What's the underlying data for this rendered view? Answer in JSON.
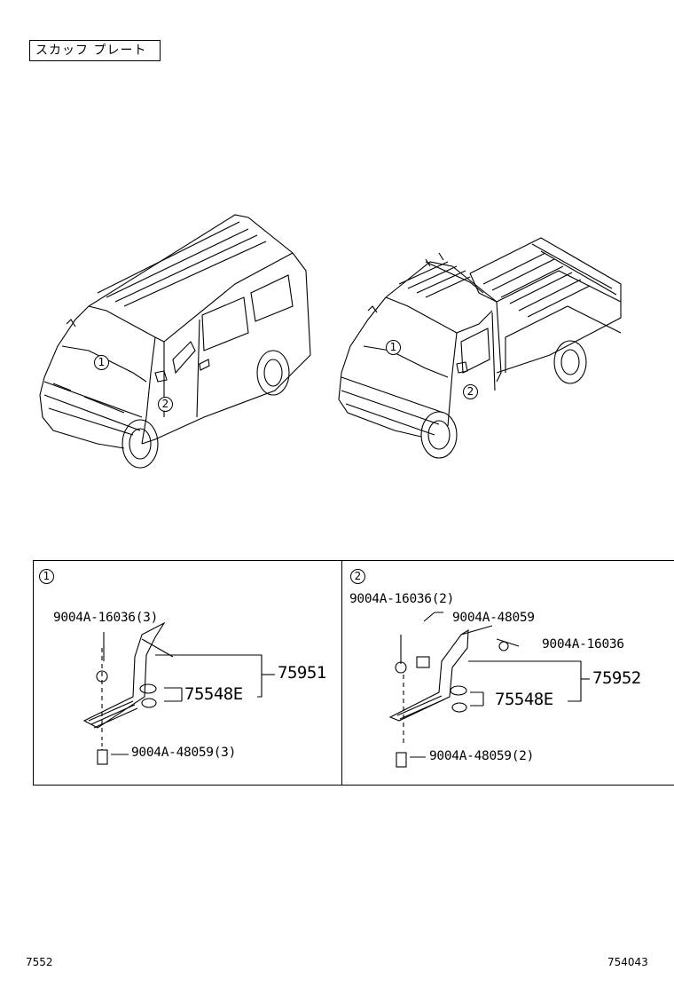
{
  "title": "スカッフ プレート",
  "callouts": {
    "ref1": "1",
    "ref2": "2"
  },
  "panel1": {
    "screw": "9004A-16036(3)",
    "plate": "75951",
    "cover": "75548E",
    "clip": "9004A-48059(3)"
  },
  "panel2": {
    "screw_a": "9004A-16036(2)",
    "clip_top": "9004A-48059",
    "screw_b": "9004A-16036",
    "plate": "75952",
    "cover": "75548E",
    "clip": "9004A-48059(2)"
  },
  "footer": {
    "left": "7552",
    "right": "754043"
  }
}
